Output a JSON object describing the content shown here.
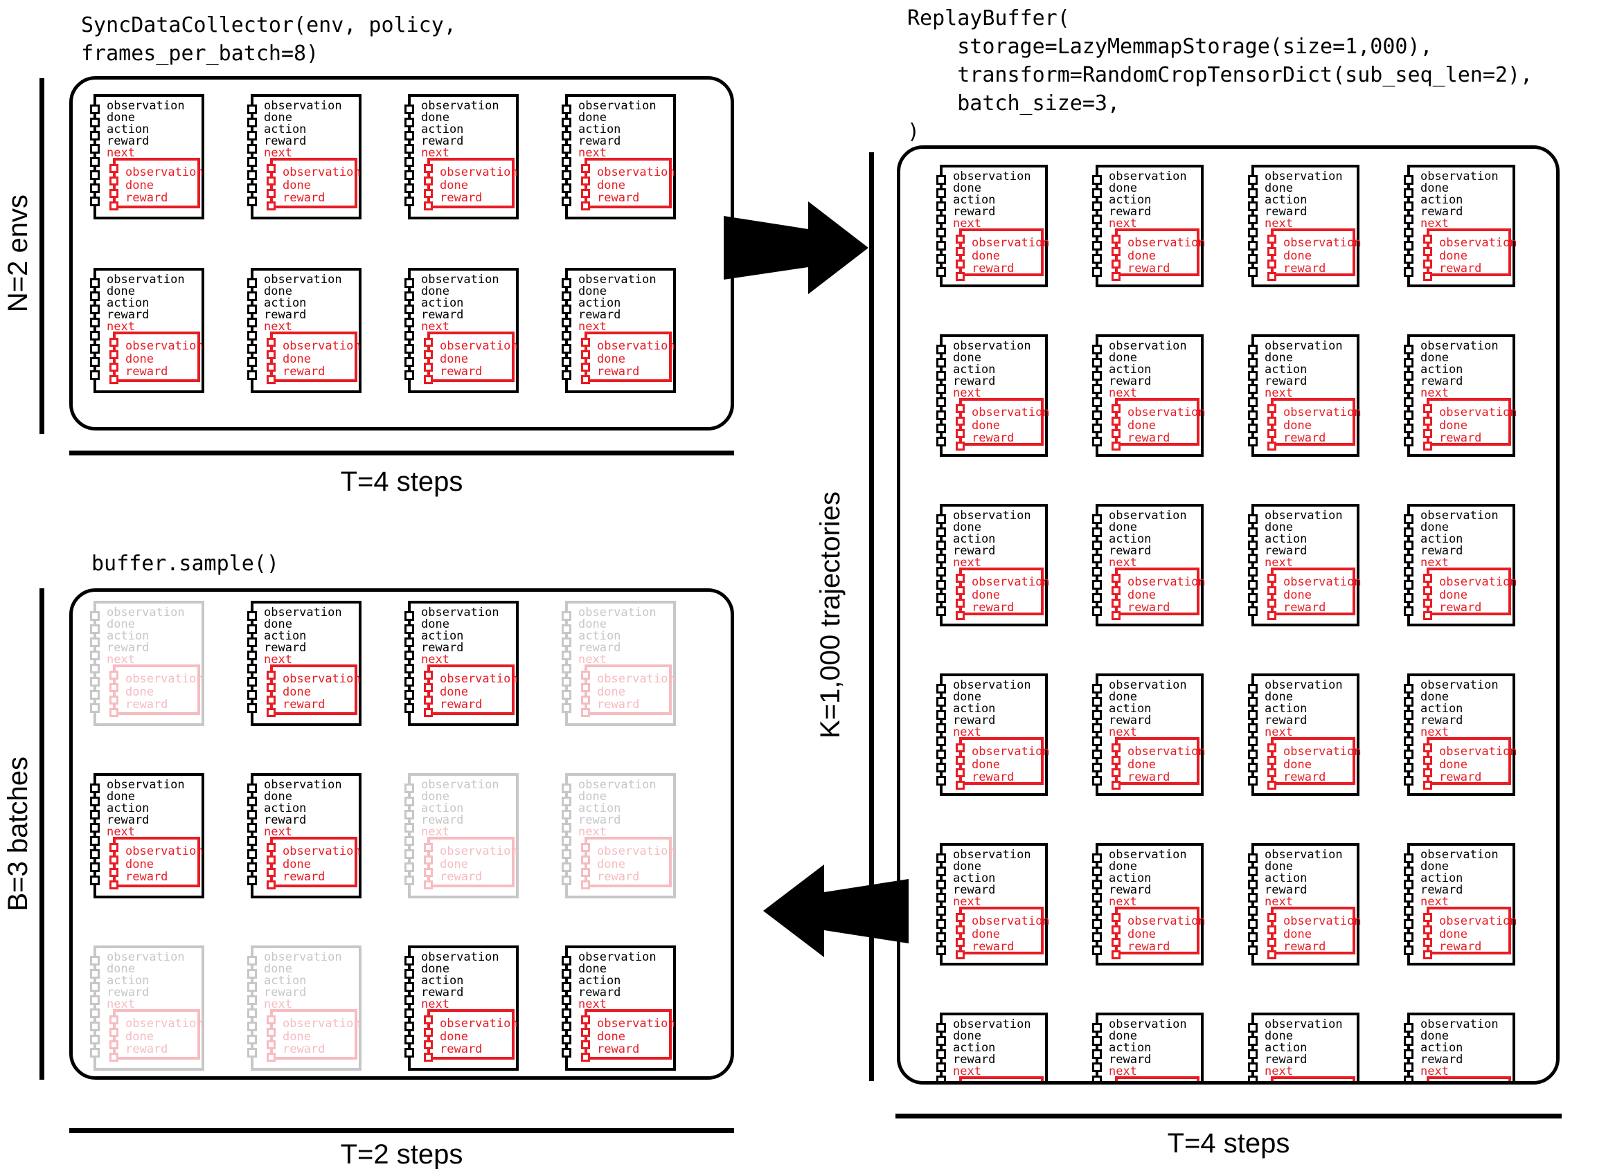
{
  "titles": {
    "collector_lines": [
      "SyncDataCollector(env, policy,",
      "frames_per_batch=8)"
    ],
    "replay_lines": [
      "ReplayBuffer(",
      "    storage=LazyMemmapStorage(size=1,000),",
      "    transform=RandomCropTensorDict(sub_seq_len=2),",
      "    batch_size=3,",
      ")"
    ],
    "sample_title": "buffer.sample()"
  },
  "axes": {
    "n_envs": "N=2 envs",
    "t_steps_collector": "T=4 steps",
    "b_batches": "B=3 batches",
    "t_steps_sample": "T=2 steps",
    "k_trajectories": "K=1,000 trajectories",
    "t_steps_replay": "T=4 steps"
  },
  "card": {
    "fields": [
      "observation",
      "done",
      "action",
      "reward"
    ],
    "next_label": "next",
    "next_fields": [
      "observation",
      "done",
      "reward"
    ]
  },
  "panels": {
    "collector": {
      "rows": 2,
      "cols": 4
    },
    "replay": {
      "rows": 6,
      "cols": 4
    },
    "sample": {
      "rows": 3,
      "cols": 4,
      "faded_pattern": [
        [
          true,
          false,
          false,
          true
        ],
        [
          false,
          false,
          true,
          true
        ],
        [
          true,
          true,
          false,
          false
        ]
      ]
    }
  },
  "colors": {
    "ink": "#000000",
    "accent": "#e81c24",
    "faded_ink": "#c7c7c7",
    "faded_accent": "#f6bcc0",
    "background": "#ffffff"
  }
}
